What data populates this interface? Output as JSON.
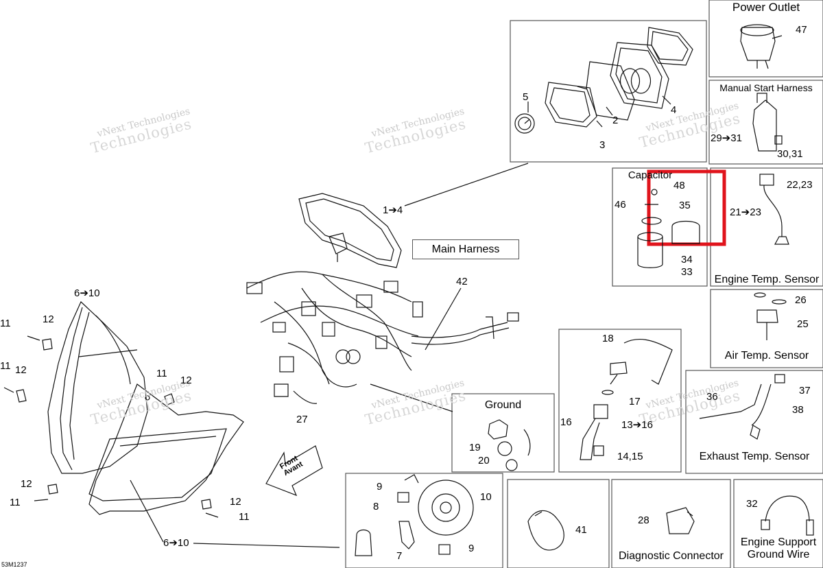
{
  "diagram": {
    "code": "53M1237",
    "watermark": {
      "line1": "vNext Technologies",
      "line2": "Technologies"
    },
    "front_arrow": {
      "line1": "Front",
      "line2": "Avant"
    },
    "highlight_color": "#e0141c",
    "main_harness": {
      "title": "Main Harness",
      "part": "42"
    },
    "power_outlet": {
      "title": "Power Outlet",
      "part": "47"
    },
    "manual_start": {
      "title": "Manual Start Harness",
      "part_a": "29➔31",
      "part_b": "30,31"
    },
    "capacitor": {
      "title": "Capacitor",
      "p48": "48",
      "p46": "46",
      "p35": "35",
      "p34": "34",
      "p33": "33"
    },
    "engine_temp": {
      "title": "Engine Temp. Sensor",
      "p22": "22,23",
      "p21": "21➔23"
    },
    "air_temp": {
      "title": "Air Temp. Sensor",
      "p26": "26",
      "p25": "25"
    },
    "exhaust_temp": {
      "title": "Exhaust Temp. Sensor",
      "p36": "36",
      "p37": "37",
      "p38": "38"
    },
    "ground": {
      "title": "Ground",
      "p19": "19",
      "p20": "20"
    },
    "gauge": {
      "p5": "5",
      "p2": "2",
      "p3": "3",
      "p4": "4",
      "p14": "1➔4"
    },
    "ignition": {
      "p18": "18",
      "p17": "17",
      "p16": "16",
      "p13": "13➔16",
      "p14": "14,15"
    },
    "headlight_bulb": {
      "p9a": "9",
      "p10": "10",
      "p8": "8",
      "p7": "7",
      "p9b": "9"
    },
    "harness_clip": {
      "p41": "41"
    },
    "diagnostic": {
      "title": "Diagnostic Connector",
      "part": "28"
    },
    "engine_support": {
      "title_1": "Engine Support",
      "title_2": "Ground Wire",
      "part": "32"
    },
    "headlamp": {
      "p610a": "6➔10",
      "p11a": "11",
      "p12a": "12",
      "p11b": "11",
      "p12b": "12",
      "p11c": "11",
      "p12c": "12",
      "p12d": "12",
      "p11d": "11",
      "p12e": "12",
      "p11e": "11",
      "p610b": "6➔10",
      "p27": "27"
    }
  }
}
